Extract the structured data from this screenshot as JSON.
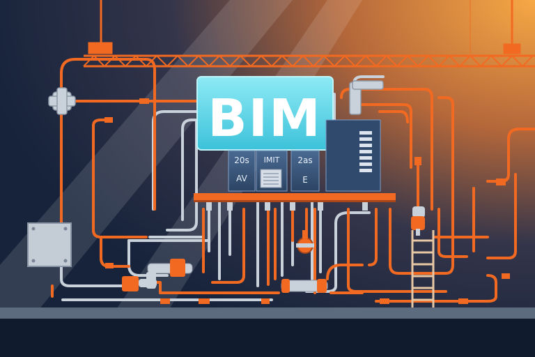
{
  "sign": {
    "text": "BIM"
  },
  "panels": [
    {
      "top": "20s",
      "bottom": "AV"
    },
    {
      "top": "IMIT",
      "bottom": ""
    },
    {
      "top": "2as",
      "bottom": "E"
    }
  ],
  "colors": {
    "background_dark": "#15233c",
    "background_glow": "#f5a040",
    "pipe_orange": "#f26a21",
    "pipe_grey": "#c9d1da",
    "sign_cyan": "#5fd9ea",
    "sign_text": "#ffffff",
    "floor": "#5d6b7e"
  },
  "icons": [
    "junction-box-icon",
    "valve-icon",
    "ladder-icon",
    "control-panel-icon",
    "truss-icon"
  ]
}
